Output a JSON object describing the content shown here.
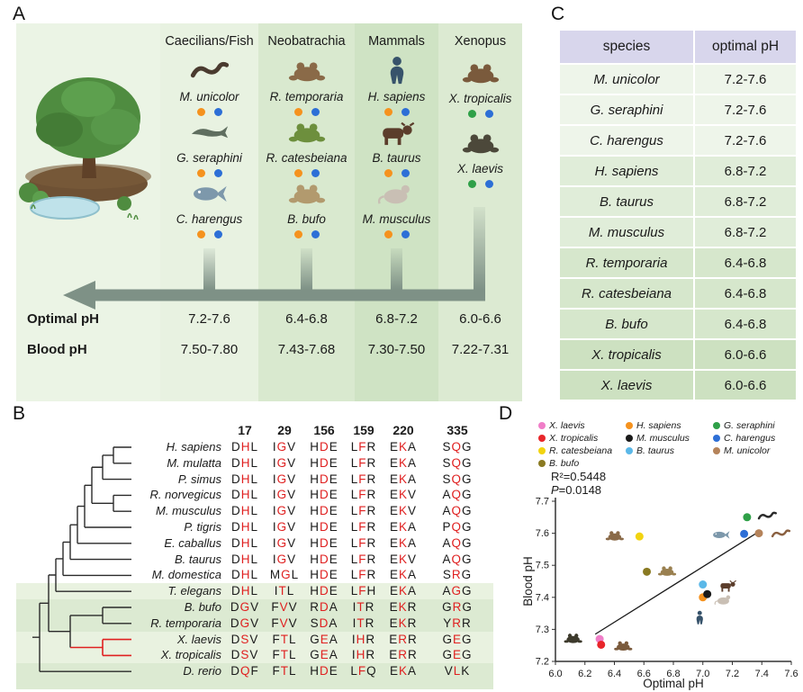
{
  "panel_labels": {
    "a": "A",
    "b": "B",
    "c": "C",
    "d": "D"
  },
  "panelA": {
    "columns": [
      {
        "header": "Caecilians/Fish",
        "species": [
          {
            "name": "M. unicolor",
            "icon": "caecilian-icon",
            "icon_color": "#4a3b2f",
            "dots": [
              "#F5921E",
              "#2D6FD6"
            ]
          },
          {
            "name": "G. seraphini",
            "icon": "eel-icon",
            "icon_color": "#5f6e5f",
            "dots": [
              "#F5921E",
              "#2D6FD6"
            ]
          },
          {
            "name": "C. harengus",
            "icon": "fish-icon",
            "icon_color": "#7d98ab",
            "dots": [
              "#F5921E",
              "#2D6FD6"
            ]
          }
        ]
      },
      {
        "header": "Neobatrachia",
        "species": [
          {
            "name": "R. temporaria",
            "icon": "frog-icon",
            "icon_color": "#8a6a48",
            "dots": [
              "#F5921E",
              "#2D6FD6"
            ]
          },
          {
            "name": "R. catesbeiana",
            "icon": "frog-icon",
            "icon_color": "#6d8f3d",
            "dots": [
              "#F5921E",
              "#2D6FD6"
            ]
          },
          {
            "name": "B. bufo",
            "icon": "frog-icon",
            "icon_color": "#b29a6e",
            "dots": [
              "#F5921E",
              "#2D6FD6"
            ]
          }
        ]
      },
      {
        "header": "Mammals",
        "species": [
          {
            "name": "H. sapiens",
            "icon": "human-icon",
            "icon_color": "#37536b",
            "dots": [
              "#F5921E",
              "#2D6FD6"
            ]
          },
          {
            "name": "B. taurus",
            "icon": "cow-icon",
            "icon_color": "#5b3d2b",
            "dots": [
              "#F5921E",
              "#2D6FD6"
            ]
          },
          {
            "name": "M. musculus",
            "icon": "mouse-icon",
            "icon_color": "#c9bfb4",
            "dots": [
              "#F5921E",
              "#2D6FD6"
            ]
          }
        ]
      },
      {
        "header": "Xenopus",
        "species": [
          {
            "name": "X. tropicalis",
            "icon": "frog-icon",
            "icon_color": "#7a5a3c",
            "dots": [
              "#2FA048",
              "#2D6FD6"
            ]
          },
          {
            "name": "X. laevis",
            "icon": "frog-icon",
            "icon_color": "#4c483a",
            "dots": [
              "#2FA048",
              "#2D6FD6"
            ]
          }
        ]
      }
    ],
    "row_labels": {
      "optimal": "Optimal pH",
      "blood": "Blood pH"
    },
    "optimal_values": [
      "7.2-7.6",
      "6.4-6.8",
      "6.8-7.2",
      "6.0-6.6"
    ],
    "blood_values": [
      "7.50-7.80",
      "7.43-7.68",
      "7.30-7.50",
      "7.22-7.31"
    ]
  },
  "panelC": {
    "headers": [
      "species",
      "optimal pH"
    ],
    "rows": [
      {
        "species": "M. unicolor",
        "ph": "7.2-7.6"
      },
      {
        "species": "G. seraphini",
        "ph": "7.2-7.6"
      },
      {
        "species": "C. harengus",
        "ph": "7.2-7.6"
      },
      {
        "species": "H. sapiens",
        "ph": "6.8-7.2"
      },
      {
        "species": "B. taurus",
        "ph": "6.8-7.2"
      },
      {
        "species": "M. musculus",
        "ph": "6.8-7.2"
      },
      {
        "species": "R. temporaria",
        "ph": "6.4-6.8"
      },
      {
        "species": "R. catesbeiana",
        "ph": "6.4-6.8"
      },
      {
        "species": "B. bufo",
        "ph": "6.4-6.8"
      },
      {
        "species": "X. tropicalis",
        "ph": "6.0-6.6"
      },
      {
        "species": "X. laevis",
        "ph": "6.0-6.6"
      }
    ]
  },
  "panelB": {
    "positions": [
      "17",
      "29",
      "156",
      "159",
      "220",
      "335"
    ],
    "highlight_color": "#e02020",
    "rows": [
      {
        "name": "H. sapiens",
        "cells": [
          "DHL",
          "IGV",
          "HDE",
          "LFR",
          "EKA",
          "SQG"
        ]
      },
      {
        "name": "M. mulatta",
        "cells": [
          "DHL",
          "IGV",
          "HDE",
          "LFR",
          "EKA",
          "SQG"
        ]
      },
      {
        "name": "P. simus",
        "cells": [
          "DHL",
          "IGV",
          "HDE",
          "LFR",
          "EKA",
          "SQG"
        ]
      },
      {
        "name": "R. norvegicus",
        "cells": [
          "DHL",
          "IGV",
          "HDE",
          "LFR",
          "EKV",
          "AQG"
        ]
      },
      {
        "name": "M. musculus",
        "cells": [
          "DHL",
          "IGV",
          "HDE",
          "LFR",
          "EKV",
          "AQG"
        ]
      },
      {
        "name": "P. tigris",
        "cells": [
          "DHL",
          "IGV",
          "HDE",
          "LFR",
          "EKA",
          "PQG"
        ]
      },
      {
        "name": "E. caballus",
        "cells": [
          "DHL",
          "IGV",
          "HDE",
          "LFR",
          "EKA",
          "AQG"
        ]
      },
      {
        "name": "B. taurus",
        "cells": [
          "DHL",
          "IGV",
          "HDE",
          "LFR",
          "EKV",
          "AQG"
        ]
      },
      {
        "name": "M. domestica",
        "cells": [
          "DHL",
          "MGL",
          "HDE",
          "LFR",
          "EKA",
          "SRG"
        ]
      },
      {
        "name": "T. elegans",
        "cells": [
          "DHL",
          "ITL",
          "HDE",
          "LFH",
          "EKA",
          "AGG"
        ]
      },
      {
        "name": "B. bufo",
        "cells": [
          "DGV",
          "FVV",
          "RDA",
          "ITR",
          "EKR",
          "GRG"
        ]
      },
      {
        "name": "R. temporaria",
        "cells": [
          "DGV",
          "FVV",
          "SDA",
          "ITR",
          "EKR",
          "YRR"
        ]
      },
      {
        "name": "X. laevis",
        "cells": [
          "DSV",
          "FTL",
          "GEA",
          "IHR",
          "ERR",
          "GEG"
        ]
      },
      {
        "name": "X. tropicalis",
        "cells": [
          "DSV",
          "FTL",
          "GEA",
          "IHR",
          "ERR",
          "GEG"
        ]
      },
      {
        "name": "D. rerio",
        "cells": [
          "DQF",
          "FTL",
          "HDE",
          "LFQ",
          "EKA",
          "VLK"
        ]
      }
    ]
  },
  "chart_data": {
    "type": "scatter",
    "xlabel": "Optimal pH",
    "ylabel": "Blood pH",
    "xlim": [
      6.0,
      7.6
    ],
    "ylim": [
      7.2,
      7.7
    ],
    "xticks": [
      "6.0",
      "6.2",
      "6.4",
      "6.6",
      "6.8",
      "7.0",
      "7.2",
      "7.4",
      "7.6"
    ],
    "yticks": [
      "7.2",
      "7.3",
      "7.4",
      "7.5",
      "7.6",
      "7.7"
    ],
    "grid": false,
    "legend_position": "top",
    "stats": {
      "r2": "R²=0.5448",
      "p_italic": "P",
      "p_rest": "=0.0148"
    },
    "regression_line": {
      "x1": 6.27,
      "y1": 7.285,
      "x2": 7.38,
      "y2": 7.605
    },
    "legend": [
      {
        "label": "X. laevis",
        "color": "#F07EC8",
        "col": 0,
        "row": 0
      },
      {
        "label": "X. tropicalis",
        "color": "#E8262A",
        "col": 0,
        "row": 1
      },
      {
        "label": "R. catesbeiana",
        "color": "#F2D410",
        "col": 0,
        "row": 2
      },
      {
        "label": "B. bufo",
        "color": "#8A7A22",
        "col": 0,
        "row": 3
      },
      {
        "label": "H. sapiens",
        "color": "#F5921E",
        "col": 1,
        "row": 0
      },
      {
        "label": "M. musculus",
        "color": "#1A1A1A",
        "col": 1,
        "row": 1
      },
      {
        "label": "B. taurus",
        "color": "#5BB8E8",
        "col": 1,
        "row": 2
      },
      {
        "label": "G. seraphini",
        "color": "#2FA048",
        "col": 2,
        "row": 0
      },
      {
        "label": "C. harengus",
        "color": "#2D6FD6",
        "col": 2,
        "row": 1
      },
      {
        "label": "M. unicolor",
        "color": "#B5835A",
        "col": 2,
        "row": 2
      }
    ],
    "points": [
      {
        "name": "X. laevis",
        "x": 6.3,
        "y": 7.27,
        "color": "#F07EC8",
        "icon": "frog-icon",
        "icon_color": "#3d3a2c",
        "icon_dx": -30,
        "icon_dy": -2
      },
      {
        "name": "X. tropicalis",
        "x": 6.31,
        "y": 7.252,
        "color": "#E8262A",
        "icon": "frog-icon",
        "icon_color": "#7a5a3c",
        "icon_dx": 24,
        "icon_dy": 0
      },
      {
        "name": "R. catesbeiana",
        "x": 6.57,
        "y": 7.59,
        "color": "#F2D410",
        "icon": "frog-icon",
        "icon_color": "#8a6a48",
        "icon_dx": -28,
        "icon_dy": -2
      },
      {
        "name": "B. bufo",
        "x": 6.62,
        "y": 7.48,
        "color": "#8A7A22",
        "icon": "frog-icon",
        "icon_color": "#9a8050",
        "icon_dx": 22,
        "icon_dy": -2
      },
      {
        "name": "H. sapiens",
        "x": 7.0,
        "y": 7.4,
        "color": "#F5921E",
        "icon": "human-icon",
        "icon_color": "#37536b",
        "icon_dx": -4,
        "icon_dy": 22
      },
      {
        "name": "M. musculus",
        "x": 7.03,
        "y": 7.41,
        "color": "#1A1A1A",
        "icon": "mouse-icon",
        "icon_color": "#c9bfb4",
        "icon_dx": 18,
        "icon_dy": 5
      },
      {
        "name": "B. taurus",
        "x": 7.0,
        "y": 7.44,
        "color": "#5BB8E8",
        "icon": "cow-icon",
        "icon_color": "#5b3d2b",
        "icon_dx": 27,
        "icon_dy": 0
      },
      {
        "name": "G. seraphini",
        "x": 7.3,
        "y": 7.65,
        "color": "#2FA048",
        "icon": "caecilian-icon",
        "icon_color": "#2a2a2a",
        "icon_dx": 22,
        "icon_dy": -2
      },
      {
        "name": "C. harengus",
        "x": 7.28,
        "y": 7.598,
        "color": "#2D6FD6",
        "icon": "fish-icon",
        "icon_color": "#7d98ab",
        "icon_dx": -26,
        "icon_dy": 0
      },
      {
        "name": "M. unicolor",
        "x": 7.38,
        "y": 7.6,
        "color": "#B5835A",
        "icon": "caecilian-icon",
        "icon_color": "#8a6040",
        "icon_dx": 24,
        "icon_dy": 0
      }
    ]
  }
}
